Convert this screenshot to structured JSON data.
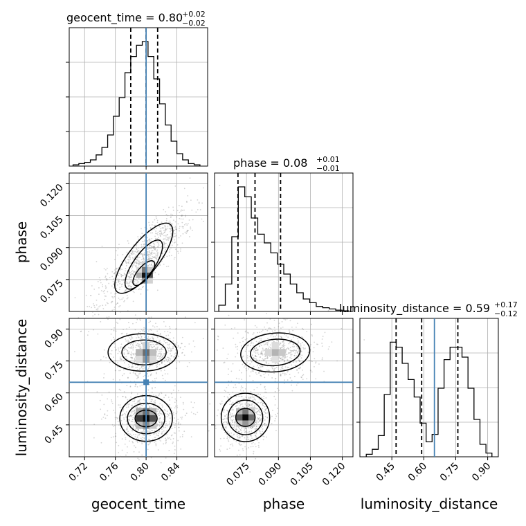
{
  "chart_data": {
    "type": "corner",
    "parameters": [
      {
        "name": "geocent_time",
        "range": [
          0.7,
          0.88
        ],
        "ticks": [
          "0.72",
          "0.76",
          "0.80",
          "0.84"
        ],
        "tick_values": [
          0.72,
          0.76,
          0.8,
          0.84
        ],
        "truth": 0.8,
        "quantiles": [
          0.78,
          0.8,
          0.815
        ]
      },
      {
        "name": "phase",
        "range": [
          0.06,
          0.125
        ],
        "ticks": [
          "0.075",
          "0.090",
          "0.105",
          "0.120"
        ],
        "tick_values": [
          0.075,
          0.09,
          0.105,
          0.12
        ],
        "truth": null,
        "quantiles": [
          0.071,
          0.079,
          0.091
        ]
      },
      {
        "name": "luminosity_distance",
        "range": [
          0.3,
          0.95
        ],
        "ticks": [
          "0.45",
          "0.60",
          "0.75",
          "0.90"
        ],
        "tick_values": [
          0.45,
          0.6,
          0.75,
          0.9
        ],
        "truth": 0.65,
        "quantiles": [
          0.47,
          0.59,
          0.76
        ]
      }
    ],
    "titles": [
      {
        "label": "geocent_time = 0.80",
        "plus": "+0.02",
        "minus": "−0.02"
      },
      {
        "label": "phase = 0.08",
        "plus": "+0.01",
        "minus": "−0.01"
      },
      {
        "label": "luminosity_distance = 0.59",
        "plus": "+0.17",
        "minus": "−0.12"
      }
    ],
    "histograms": [
      {
        "param": "geocent_time",
        "bin_edges_range": [
          0.705,
          0.87
        ],
        "counts": [
          0.01,
          0.02,
          0.03,
          0.05,
          0.09,
          0.15,
          0.25,
          0.4,
          0.55,
          0.75,
          0.88,
          0.97,
          1.0,
          0.88,
          0.7,
          0.5,
          0.33,
          0.2,
          0.1,
          0.05,
          0.02,
          0.01
        ]
      },
      {
        "param": "phase",
        "bin_edges_range": [
          0.062,
          0.123
        ],
        "counts": [
          0.05,
          0.22,
          0.6,
          1.0,
          0.92,
          0.75,
          0.62,
          0.55,
          0.47,
          0.38,
          0.3,
          0.22,
          0.15,
          0.1,
          0.07,
          0.04,
          0.03,
          0.02,
          0.01,
          0.005
        ]
      },
      {
        "param": "luminosity_distance",
        "bin_edges_range": [
          0.33,
          0.92
        ],
        "counts": [
          0.02,
          0.06,
          0.17,
          0.5,
          0.92,
          0.88,
          0.75,
          0.62,
          0.48,
          0.27,
          0.12,
          0.18,
          0.55,
          0.78,
          0.88,
          0.88,
          0.8,
          0.55,
          0.3,
          0.1,
          0.03
        ]
      }
    ],
    "contours_2d": [
      {
        "x": "geocent_time",
        "y": "phase",
        "center": [
          0.795,
          0.078
        ],
        "blobs": 1
      },
      {
        "x": "geocent_time",
        "y": "luminosity_distance",
        "modes": [
          [
            0.8,
            0.48
          ],
          [
            0.8,
            0.79
          ]
        ]
      },
      {
        "x": "phase",
        "y": "luminosity_distance",
        "modes": [
          [
            0.075,
            0.48
          ],
          [
            0.088,
            0.79
          ]
        ]
      }
    ],
    "colors": {
      "truth": "#4682b4",
      "hist": "#000000",
      "quantile": "#000000",
      "grid": "#b0b0b0"
    }
  }
}
